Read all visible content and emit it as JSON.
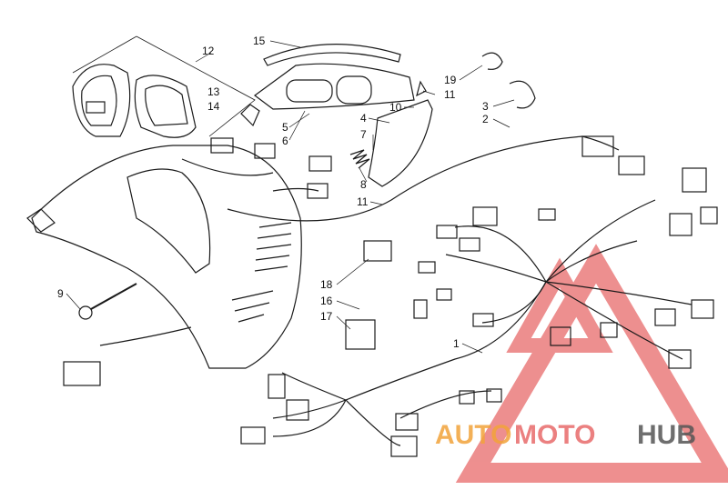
{
  "callouts": [
    "1",
    "2",
    "3",
    "4",
    "5",
    "6",
    "7",
    "8",
    "9",
    "10",
    "11",
    "11",
    "12",
    "13",
    "14",
    "15",
    "16",
    "17",
    "18",
    "19"
  ],
  "watermark": {
    "part1": "AUTO",
    "part2": "MOTO",
    "part3": "HUB"
  },
  "colors": {
    "line": "#1a1a1a",
    "watermark_red": "#e86a6a",
    "watermark_orange": "#f2a33a",
    "watermark_gray": "#555555"
  }
}
